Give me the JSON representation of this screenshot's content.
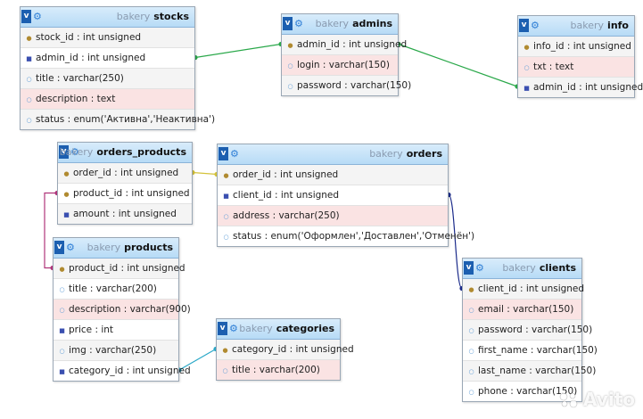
{
  "db_name": "bakery",
  "tables": {
    "stocks": {
      "name": "stocks",
      "columns": [
        {
          "text": "stock_id : int unsigned",
          "key": "pk"
        },
        {
          "text": "admin_id : int unsigned",
          "key": "fk"
        },
        {
          "text": "title : varchar(250)",
          "key": "col"
        },
        {
          "text": "description : text",
          "key": "col"
        },
        {
          "text": "status : enum('Активна','Неактивна')",
          "key": "col"
        }
      ]
    },
    "admins": {
      "name": "admins",
      "columns": [
        {
          "text": "admin_id : int unsigned",
          "key": "pk"
        },
        {
          "text": "login : varchar(150)",
          "key": "col"
        },
        {
          "text": "password : varchar(150)",
          "key": "col"
        }
      ]
    },
    "info": {
      "name": "info",
      "columns": [
        {
          "text": "info_id : int unsigned",
          "key": "pk"
        },
        {
          "text": "txt : text",
          "key": "col"
        },
        {
          "text": "admin_id : int unsigned",
          "key": "fk"
        }
      ]
    },
    "orders_products": {
      "name": "orders_products",
      "columns": [
        {
          "text": "order_id : int unsigned",
          "key": "pk"
        },
        {
          "text": "product_id : int unsigned",
          "key": "pk"
        },
        {
          "text": "amount : int unsigned",
          "key": "fk"
        }
      ]
    },
    "orders": {
      "name": "orders",
      "columns": [
        {
          "text": "order_id : int unsigned",
          "key": "pk"
        },
        {
          "text": "client_id : int unsigned",
          "key": "fk"
        },
        {
          "text": "address : varchar(250)",
          "key": "col"
        },
        {
          "text": "status : enum('Оформлен','Доставлен','Отменён')",
          "key": "col"
        }
      ]
    },
    "products": {
      "name": "products",
      "columns": [
        {
          "text": "product_id : int unsigned",
          "key": "pk"
        },
        {
          "text": "title : varchar(200)",
          "key": "col"
        },
        {
          "text": "description : varchar(900)",
          "key": "col"
        },
        {
          "text": "price : int",
          "key": "fk"
        },
        {
          "text": "img : varchar(250)",
          "key": "col"
        },
        {
          "text": "category_id : int unsigned",
          "key": "fk"
        }
      ]
    },
    "categories": {
      "name": "categories",
      "columns": [
        {
          "text": "category_id : int unsigned",
          "key": "pk"
        },
        {
          "text": "title : varchar(200)",
          "key": "col"
        }
      ]
    },
    "clients": {
      "name": "clients",
      "columns": [
        {
          "text": "client_id : int unsigned",
          "key": "pk"
        },
        {
          "text": "email : varchar(150)",
          "key": "col"
        },
        {
          "text": "password : varchar(150)",
          "key": "col"
        },
        {
          "text": "first_name : varchar(150)",
          "key": "col"
        },
        {
          "text": "last_name : varchar(150)",
          "key": "col"
        },
        {
          "text": "phone : varchar(150)",
          "key": "col"
        }
      ]
    }
  },
  "relations": [
    {
      "from": "stocks.admin_id",
      "to": "admins.admin_id",
      "color": "#2aa84a"
    },
    {
      "from": "admins.admin_id",
      "to": "info.admin_id",
      "color": "#2aa84a"
    },
    {
      "from": "orders_products.order_id",
      "to": "orders.order_id",
      "color": "#d4c23a"
    },
    {
      "from": "orders.client_id",
      "to": "clients.client_id",
      "color": "#1a2a8a"
    },
    {
      "from": "orders_products.product_id",
      "to": "products.product_id",
      "color": "#b0357a"
    },
    {
      "from": "products.category_id",
      "to": "categories.category_id",
      "color": "#2aa8c8"
    }
  ],
  "watermark": "Avito"
}
